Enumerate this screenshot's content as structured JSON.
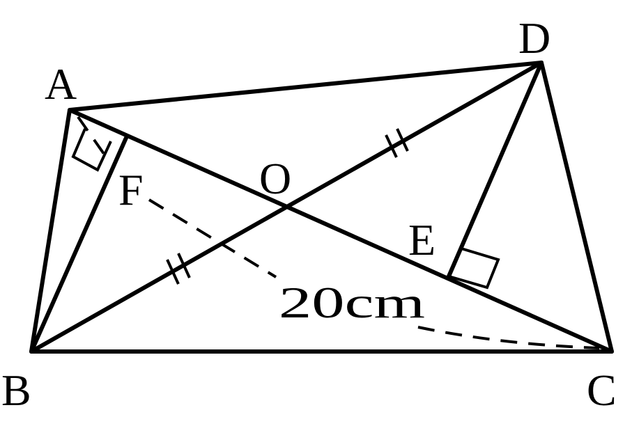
{
  "diagram": {
    "points": {
      "A": "A",
      "B": "B",
      "C": "C",
      "D": "D",
      "O": "O",
      "E": "E",
      "F": "F"
    },
    "measurement": "20cm",
    "colors": {
      "stroke": "#000000",
      "background": "#ffffff"
    }
  }
}
